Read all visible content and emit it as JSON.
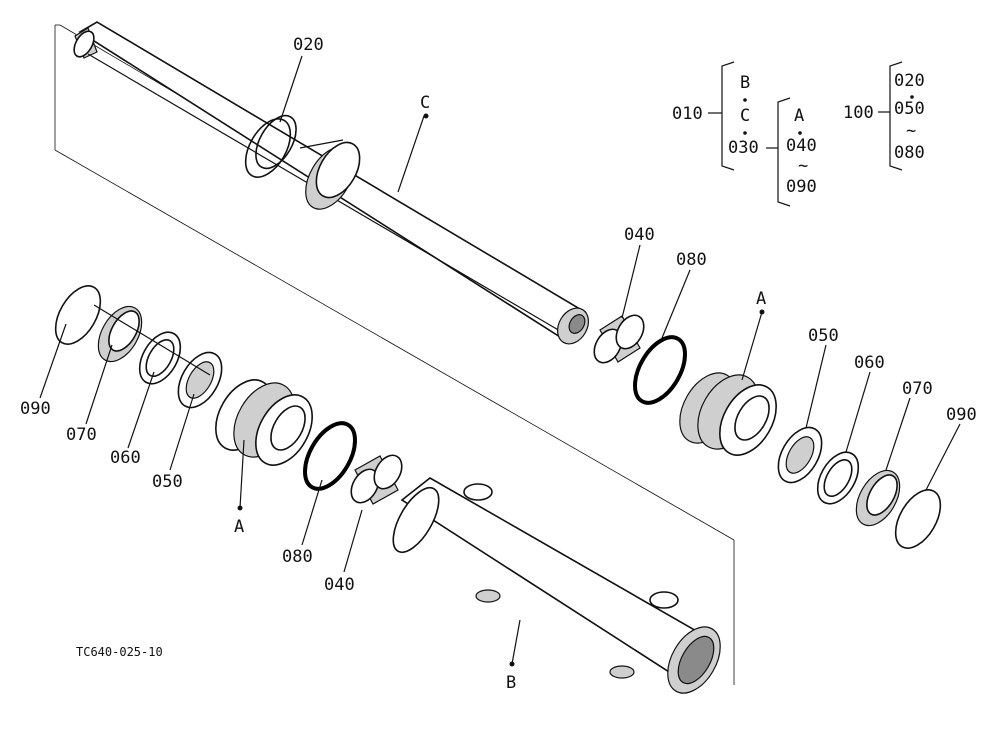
{
  "diagram_code": "TC640-025-10",
  "callouts": {
    "c020_top": "020",
    "c040_right": "040",
    "c080_right": "080",
    "c050_right": "050",
    "c060_right": "060",
    "c070_right": "070",
    "c090_right": "090",
    "c090_left": "090",
    "c070_left": "070",
    "c060_left": "060",
    "c050_left": "050",
    "c080_bottom": "080",
    "c040_bottom": "040",
    "sub_a_right": "A",
    "sub_a_left": "A",
    "sub_b": "B",
    "sub_c": "C"
  },
  "legend": {
    "g010": {
      "code": "010",
      "items": [
        "B",
        "C",
        "030"
      ]
    },
    "g030": {
      "code": "030",
      "items": [
        "A",
        "040",
        "090"
      ]
    },
    "g100": {
      "code": "100",
      "items": [
        "020",
        "050",
        "080"
      ]
    },
    "tilde": "~"
  }
}
